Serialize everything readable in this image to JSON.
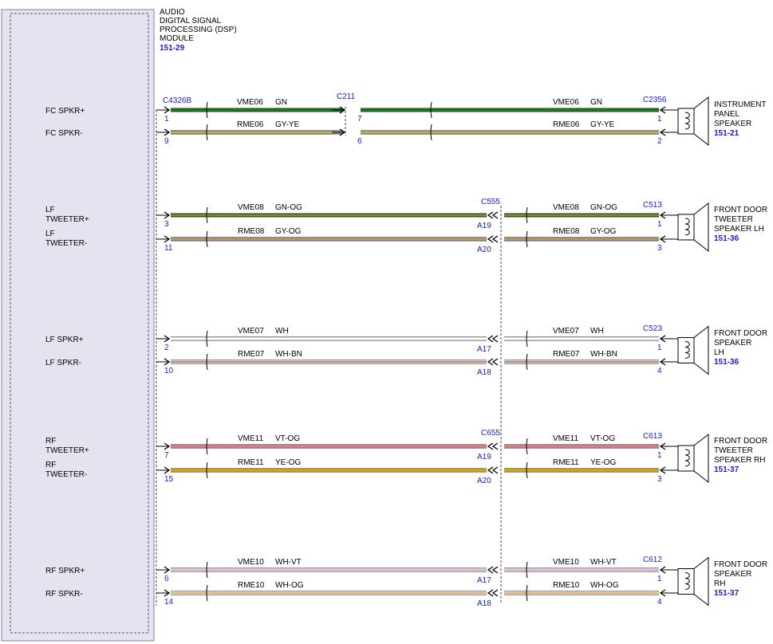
{
  "module": {
    "title_lines": [
      "AUDIO",
      "DIGITAL SIGNAL",
      "PROCESSING (DSP)",
      "MODULE"
    ],
    "ref": "151-29",
    "connector": "C4326B"
  },
  "colors": {
    "module_fill": "#e4e4f0",
    "module_border": "#8080b0",
    "label_blue": "#1a1acc",
    "GN": "#167a16",
    "GY": "#a0a0a0",
    "YE": "#d8c400",
    "OG": "#e08a2c",
    "WH": "#ffffff",
    "BN": "#a0522d",
    "VT": "#e080c8"
  },
  "groups": [
    {
      "id": "fc",
      "pins": [
        {
          "label": "FC SPKR+",
          "module_pin": "1",
          "circuit": "VME06",
          "color": "GN",
          "mid_circuit": "VME06",
          "mid_color": "GN",
          "left_pin": "7",
          "right_pin": "1"
        },
        {
          "label": "FC SPKR-",
          "module_pin": "9",
          "circuit": "RME06",
          "color": "GY-YE",
          "mid_circuit": "RME06",
          "mid_color": "GY-YE",
          "left_pin": "6",
          "right_pin": "2"
        }
      ],
      "inline_connector": "C211",
      "inline_style": "left",
      "speaker_connector": "C2356",
      "speaker_lines": [
        "INSTRUMENT",
        "PANEL",
        "SPEAKER"
      ],
      "speaker_ref": "151-21"
    },
    {
      "id": "lf-tweeter",
      "pins": [
        {
          "label_lines": [
            "LF",
            "TWEETER+"
          ],
          "module_pin": "3",
          "circuit": "VME08",
          "color": "GN-OG",
          "mid_circuit": "VME08",
          "mid_color": "GN-OG",
          "left_pin": "A19",
          "right_pin": "1"
        },
        {
          "label_lines": [
            "LF",
            "TWEETER-"
          ],
          "module_pin": "11",
          "circuit": "RME08",
          "color": "GY-OG",
          "mid_circuit": "RME08",
          "mid_color": "GY-OG",
          "left_pin": "A20",
          "right_pin": "3"
        }
      ],
      "inline_connector": "C555",
      "inline_style": "right",
      "speaker_connector": "C513",
      "speaker_lines": [
        "FRONT DOOR",
        "TWEETER",
        "SPEAKER LH"
      ],
      "speaker_ref": "151-36"
    },
    {
      "id": "lf-spkr",
      "pins": [
        {
          "label": "LF SPKR+",
          "module_pin": "2",
          "circuit": "VME07",
          "color": "WH",
          "mid_circuit": "VME07",
          "mid_color": "WH",
          "left_pin": "A17",
          "right_pin": "1"
        },
        {
          "label": "LF SPKR-",
          "module_pin": "10",
          "circuit": "RME07",
          "color": "WH-BN",
          "mid_circuit": "RME07",
          "mid_color": "WH-BN",
          "left_pin": "A18",
          "right_pin": "4"
        }
      ],
      "inline_connector": "",
      "inline_style": "right",
      "speaker_connector": "C523",
      "speaker_lines": [
        "FRONT DOOR",
        "SPEAKER",
        "LH"
      ],
      "speaker_ref": "151-36"
    },
    {
      "id": "rf-tweeter",
      "pins": [
        {
          "label_lines": [
            "RF",
            "TWEETER+"
          ],
          "module_pin": "7",
          "circuit": "VME11",
          "color": "VT-OG",
          "mid_circuit": "VME11",
          "mid_color": "VT-OG",
          "left_pin": "A19",
          "right_pin": "1"
        },
        {
          "label_lines": [
            "RF",
            "TWEETER-"
          ],
          "module_pin": "15",
          "circuit": "RME11",
          "color": "YE-OG",
          "mid_circuit": "RME11",
          "mid_color": "YE-OG",
          "left_pin": "A20",
          "right_pin": "3"
        }
      ],
      "inline_connector": "C655",
      "inline_style": "right",
      "speaker_connector": "C613",
      "speaker_lines": [
        "FRONT DOOR",
        "TWEETER",
        "SPEAKER RH"
      ],
      "speaker_ref": "151-37"
    },
    {
      "id": "rf-spkr",
      "pins": [
        {
          "label": "RF SPKR+",
          "module_pin": "6",
          "circuit": "VME10",
          "color": "WH-VT",
          "mid_circuit": "VME10",
          "mid_color": "WH-VT",
          "left_pin": "A17",
          "right_pin": "1"
        },
        {
          "label": "RF SPKR-",
          "module_pin": "14",
          "circuit": "RME10",
          "color": "WH-OG",
          "mid_circuit": "RME10",
          "mid_color": "WH-OG",
          "left_pin": "A18",
          "right_pin": "4"
        }
      ],
      "inline_connector": "",
      "inline_style": "right",
      "speaker_connector": "C612",
      "speaker_lines": [
        "FRONT DOOR",
        "SPEAKER",
        "RH"
      ],
      "speaker_ref": "151-37"
    }
  ]
}
